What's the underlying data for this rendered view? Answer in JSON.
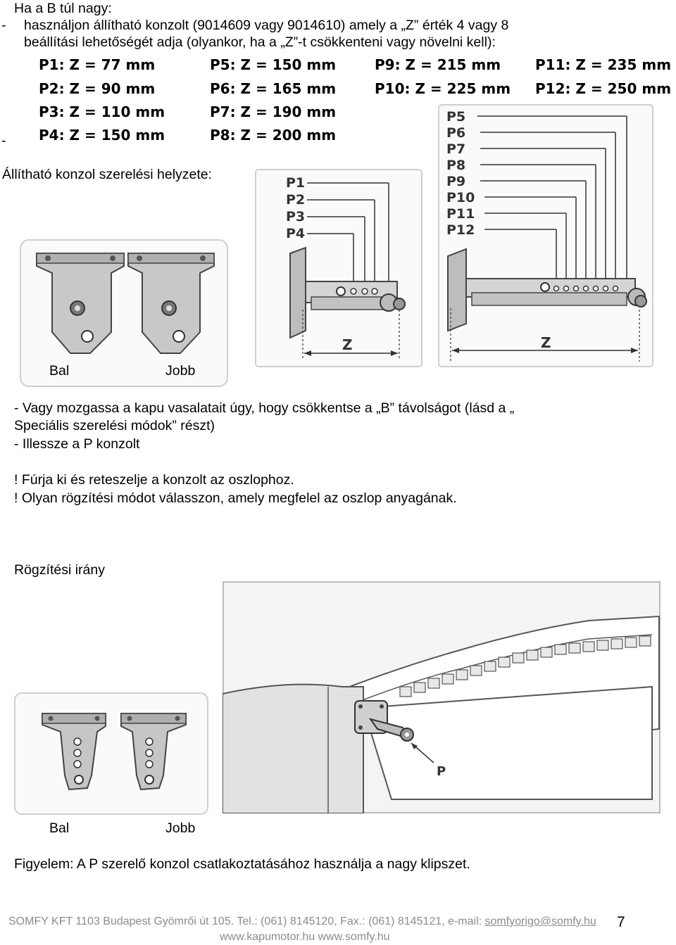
{
  "heading": "Ha a B túl nagy:",
  "intro": {
    "dash": "-",
    "line1": "használjon állítható konzolt (9014609 vagy 9014610) amely a „Z” érték 4 vagy 8",
    "line2": "beállítási lehetőségét adja (olyankor, ha a „Z”-t csökkenteni vagy növelni kell):"
  },
  "positions": [
    {
      "label": "P1: Z = 77 mm"
    },
    {
      "label": "P2: Z = 90 mm"
    },
    {
      "label": "P3: Z = 110 mm"
    },
    {
      "label": "P4: Z = 150 mm"
    },
    {
      "label": "P5: Z = 150 mm"
    },
    {
      "label": "P6: Z = 165 mm"
    },
    {
      "label": "P7: Z = 190 mm"
    },
    {
      "label": "P8: Z = 200 mm"
    },
    {
      "label": "P9: Z = 215 mm"
    },
    {
      "label": "P10: Z = 225 mm"
    },
    {
      "label": "P11: Z = 235 mm"
    },
    {
      "label": "P12: Z = 250 mm"
    }
  ],
  "lone_dash": "-",
  "mount_label": "Állítható konzol szerelési helyzete:",
  "diagram_small": {
    "labels": [
      "P1",
      "P2",
      "P3",
      "P4"
    ],
    "z": "Z"
  },
  "diagram_large": {
    "labels": [
      "P5",
      "P6",
      "P7",
      "P8",
      "P9",
      "P10",
      "P11",
      "P12"
    ],
    "z": "Z"
  },
  "bracket_top": {
    "left": "Bal",
    "right": "Jobb"
  },
  "steps": {
    "line1": "- Vagy mozgassa a kapu vasalatait úgy, hogy csökkentse a „B” távolságot (lásd a „",
    "line2": "Speciális szerelési módok” részt)",
    "line3": "- Illessze a P konzolt",
    "warn1": "! Fúrja ki és reteszelje a konzolt az oszlophoz.",
    "warn2": "! Olyan rögzítési módot válasszon, amely megfelel az oszlop anyagának."
  },
  "fix_title": "Rögzítési irány",
  "gate_label": "P",
  "bracket_bottom": {
    "left": "Bal",
    "right": "Jobb"
  },
  "note": "Figyelem: A P szerelő konzol csatlakoztatásához használja a nagy klipszet.",
  "footer": {
    "line1": "SOMFY KFT 1103 Budapest Gyömrői út 105. Tel.: (061) 8145120, Fax.: (061) 8145121, e-mail: ",
    "email": "somfyorigo@somfy.hu",
    "line2": "www.kapumotor.hu www.somfy.hu",
    "page": "7"
  }
}
